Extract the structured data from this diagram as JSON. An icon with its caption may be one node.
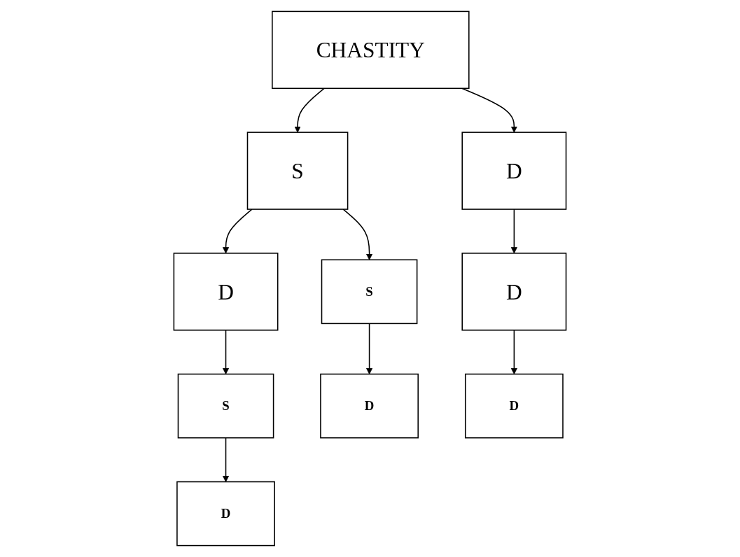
{
  "diagram": {
    "nodes": [
      {
        "text": [
          "CHASTITY"
        ]
      },
      {
        "text": [
          "D"
        ]
      },
      {
        "text": [
          "D"
        ]
      },
      {
        "text": [
          "S"
        ]
      },
      {
        "text": [
          "D"
        ]
      },
      {
        "text": [
          "D"
        ]
      },
      {
        "text": [
          "S"
        ]
      },
      {
        "text": [
          "D"
        ]
      },
      {
        "text": [
          "S"
        ]
      },
      {
        "text": [
          "D"
        ]
      }
    ],
    "edges": [
      {
        "from": 0,
        "to": 1,
        "arrow": "to"
      },
      {
        "from": 0,
        "to": 3,
        "arrow": "to"
      },
      {
        "from": 1,
        "to": 4,
        "arrow": "to"
      },
      {
        "from": 3,
        "to": 2,
        "arrow": "to"
      },
      {
        "from": 2,
        "to": 6,
        "arrow": "to"
      },
      {
        "from": 3,
        "to": 8,
        "arrow": "to"
      },
      {
        "from": 4,
        "to": 9,
        "arrow": "to"
      },
      {
        "from": 6,
        "to": 5,
        "arrow": "to"
      },
      {
        "from": 8,
        "to": 7,
        "arrow": "to"
      }
    ]
  }
}
